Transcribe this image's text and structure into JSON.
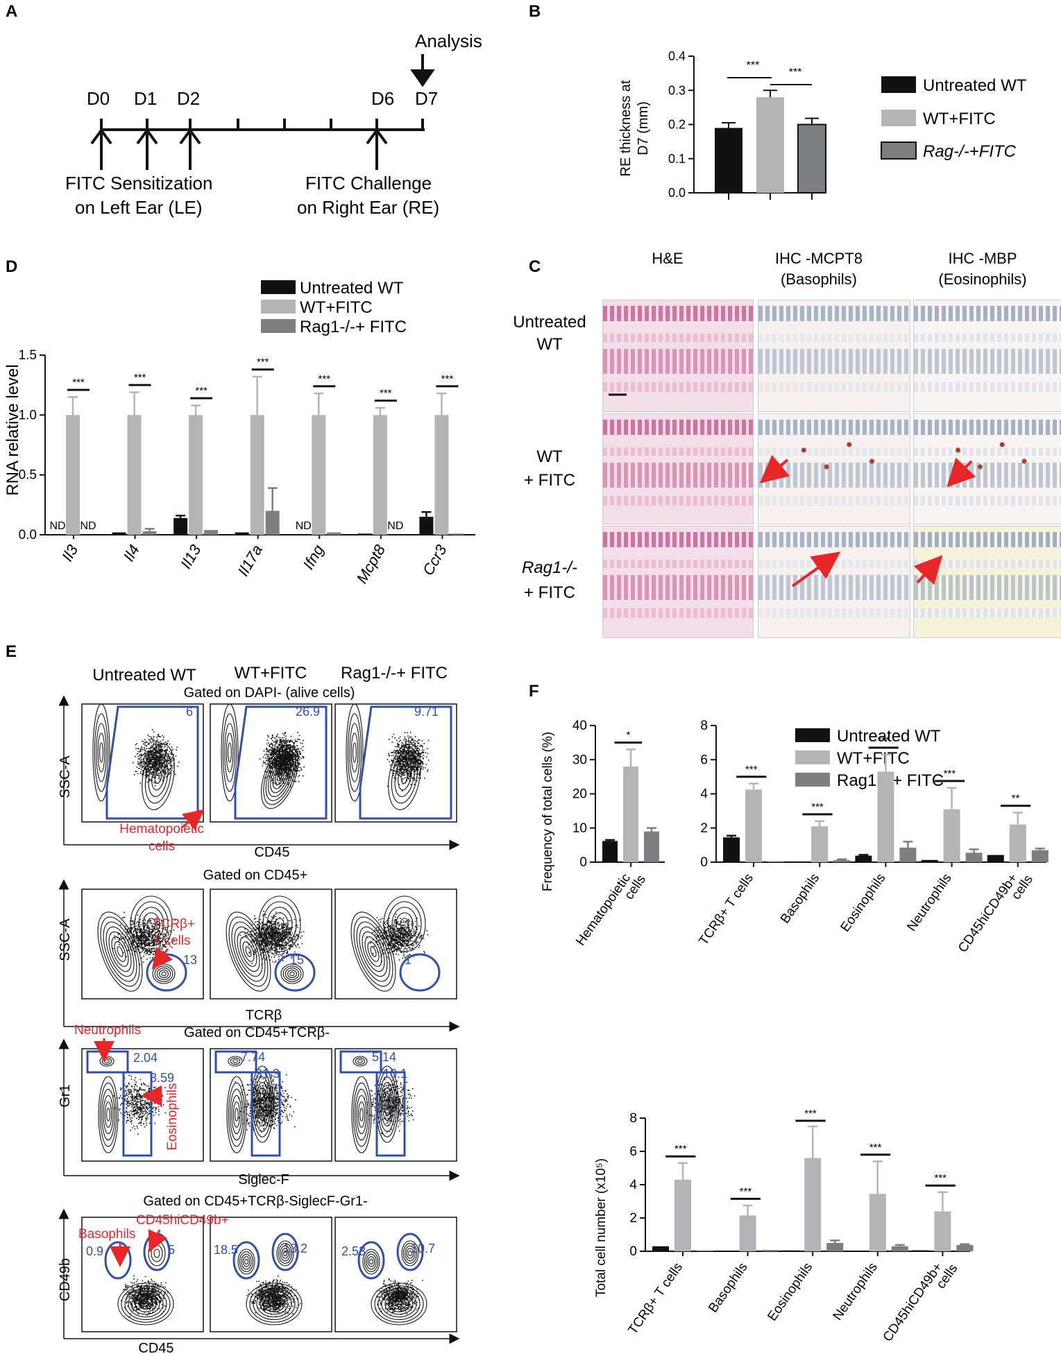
{
  "colors": {
    "untreated": "#111111",
    "wt": "#b4b4b7",
    "rag": "#7d7e80",
    "gate": "#2f4fb0",
    "anno": "#e8262a"
  },
  "legend_main": [
    "Untreated WT",
    "WT+FITC",
    "Rag1-/-+ FITC"
  ],
  "panelA": {
    "label": "A",
    "days": [
      "D0",
      "D1",
      "D2",
      "D6",
      "D7"
    ],
    "analysis": "Analysis",
    "sens_line1": "FITC Sensitization",
    "sens_line2": "on Left Ear (LE)",
    "chal_line1": "FITC Challenge",
    "chal_line2": "on Right Ear (RE)"
  },
  "panelB": {
    "label": "B",
    "ylabel_line1": "RE thickness at",
    "ylabel_line2": "D7 (mm)",
    "ticks": [
      "0.0",
      "0.1",
      "0.2",
      "0.3",
      "0.4"
    ],
    "legend": [
      "Untreated WT",
      "WT+FITC",
      "Rag-/-+FITC"
    ],
    "sig": [
      "***",
      "***"
    ]
  },
  "panelC": {
    "label": "C",
    "cols": [
      [
        "H&E",
        ""
      ],
      [
        "IHC -MCPT8",
        "(Basophils)"
      ],
      [
        "IHC -MBP",
        "(Eosinophils)"
      ]
    ],
    "rows": [
      [
        "Untreated",
        "WT"
      ],
      [
        "WT",
        "+ FITC"
      ],
      [
        "Rag1-/-",
        "+ FITC"
      ]
    ]
  },
  "panelD": {
    "label": "D",
    "ylabel": "RNA relative level",
    "ticks": [
      "0.0",
      "0.5",
      "1.0",
      "1.5"
    ],
    "legend": [
      "Untreated WT",
      "WT+FITC",
      "Rag1-/-+ FITC"
    ],
    "nd": "ND",
    "sig": "***"
  },
  "panelE": {
    "label": "E",
    "cols": [
      "Untreated WT",
      "WT+FITC",
      "Rag1-/-+ FITC"
    ],
    "gate1": "Gated on DAPI- (alive cells)",
    "gate2": "Gated on CD45+",
    "gate3": "Gated on CD45+TCRβ-",
    "gate4": "Gated on CD45+TCRβ-SiglecF-Gr1-",
    "r1": {
      "y": "SSC-A",
      "x": "CD45",
      "vals": [
        "6",
        "26.9",
        "9.71"
      ],
      "anno1": "Hematopoietic",
      "anno2": "cells"
    },
    "r2": {
      "y": "SSC-A",
      "x": "TCRβ",
      "vals": [
        "13",
        "15",
        "1"
      ],
      "anno1": "TCRβ+",
      "anno2": "T cells"
    },
    "r3": {
      "y": "Gr1",
      "x": "Siglec-F",
      "vals": [
        "2.04",
        "3.59",
        "7.74",
        "31.3",
        "5.14",
        "10.1"
      ],
      "anno1": "Neutrophils",
      "anno2": "Eosinophils"
    },
    "r4": {
      "y": "CD49b",
      "x": "CD45",
      "vals": [
        "0.9",
        "5",
        "18.5",
        "13.2",
        "2.53",
        "10.7"
      ],
      "anno1": "Basophils",
      "anno2": "CD45hiCD49b+"
    }
  },
  "panelF": {
    "label": "F",
    "legend": [
      "Untreated WT",
      "WT+FITC",
      "Rag1-/-+ FITC"
    ],
    "ylabel_freq": "Frequency of total cells (%)",
    "ylabel_num": "Total cell number (x10⁵)",
    "sig": [
      "*",
      "***",
      "***",
      "***",
      "***",
      "**"
    ],
    "sig2": [
      "***",
      "***",
      "***",
      "***",
      "***"
    ]
  },
  "chart_data": [
    {
      "type": "bar",
      "title": "",
      "ylabel": "RE thickness at D7 (mm)",
      "ylim": [
        0,
        0.4
      ],
      "categories": [
        "Untreated WT",
        "WT+FITC",
        "Rag-/-+FITC"
      ],
      "values": [
        0.19,
        0.28,
        0.2
      ],
      "errors": [
        0.015,
        0.02,
        0.018
      ]
    },
    {
      "type": "bar",
      "ylabel": "RNA relative level",
      "ylim": [
        0,
        1.5
      ],
      "categories": [
        "Il3",
        "Il4",
        "Il13",
        "Il17a",
        "Ifng",
        "Mcpt8",
        "Ccr3"
      ],
      "series": [
        {
          "name": "Untreated WT",
          "values": [
            0,
            0.02,
            0.14,
            0.02,
            0,
            0.01,
            0.15
          ],
          "errors": [
            0,
            0,
            0.02,
            0,
            0,
            0,
            0.04
          ]
        },
        {
          "name": "WT+FITC",
          "values": [
            1.0,
            1.0,
            1.0,
            1.0,
            1.0,
            1.0,
            1.0
          ],
          "errors": [
            0.15,
            0.19,
            0.08,
            0.32,
            0.18,
            0.06,
            0.18
          ]
        },
        {
          "name": "Rag1-/-+ FITC",
          "values": [
            0,
            0.03,
            0.04,
            0.2,
            0.02,
            0,
            0.01
          ],
          "errors": [
            0,
            0.02,
            0,
            0.19,
            0,
            0,
            0
          ]
        }
      ]
    },
    {
      "type": "bar",
      "ylabel": "Frequency of total cells (%)",
      "ylim": [
        0,
        40
      ],
      "categories": [
        "Hematopoietic cells"
      ],
      "series": [
        {
          "name": "Untreated WT",
          "values": [
            6.2
          ],
          "errors": [
            0.3
          ]
        },
        {
          "name": "WT+FITC",
          "values": [
            28
          ],
          "errors": [
            5
          ]
        },
        {
          "name": "Rag1-/-+ FITC",
          "values": [
            9
          ],
          "errors": [
            1
          ]
        }
      ]
    },
    {
      "type": "bar",
      "ylabel": "Frequency of total cells (%)",
      "ylim": [
        0,
        8
      ],
      "categories": [
        "TCRβ+ T cells",
        "Basophils",
        "Eosinophils",
        "Neutrophils",
        "CD45hiCD49b+ cells"
      ],
      "series": [
        {
          "name": "Untreated WT",
          "values": [
            1.45,
            0.03,
            0.38,
            0.13,
            0.42
          ],
          "errors": [
            0.1,
            0,
            0.05,
            0,
            0
          ]
        },
        {
          "name": "WT+FITC",
          "values": [
            4.25,
            2.1,
            5.3,
            3.1,
            2.2
          ],
          "errors": [
            0.35,
            0.3,
            1.0,
            1.25,
            0.7
          ]
        },
        {
          "name": "Rag1-/-+ FITC",
          "values": [
            0.03,
            0.12,
            0.85,
            0.55,
            0.7
          ],
          "errors": [
            0,
            0.05,
            0.35,
            0.2,
            0.1
          ]
        }
      ]
    },
    {
      "type": "bar",
      "ylabel": "Total cell number (x10⁵)",
      "ylim": [
        0,
        8
      ],
      "categories": [
        "TCRβ+ T cells",
        "Basophils",
        "Eosinophils",
        "Neutrophils",
        "CD45hiCD49b+ cells"
      ],
      "series": [
        {
          "name": "Untreated WT",
          "values": [
            0.3,
            0.03,
            0.05,
            0.03,
            0.06
          ],
          "errors": [
            0,
            0,
            0,
            0,
            0
          ]
        },
        {
          "name": "WT+FITC",
          "values": [
            4.3,
            2.15,
            5.6,
            3.45,
            2.4
          ],
          "errors": [
            1.0,
            0.6,
            1.9,
            1.95,
            1.15
          ]
        },
        {
          "name": "Rag1-/-+ FITC",
          "values": [
            0.03,
            0.08,
            0.5,
            0.3,
            0.38
          ],
          "errors": [
            0,
            0,
            0.15,
            0.08,
            0.05
          ]
        }
      ]
    }
  ]
}
